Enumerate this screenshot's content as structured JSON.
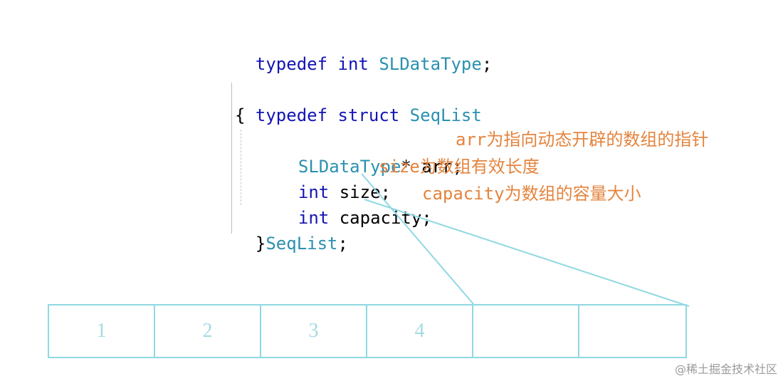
{
  "code": {
    "line1": {
      "kw1": "typedef",
      "kw2": "int",
      "type": "SLDataType",
      "end": ";"
    },
    "line2": {
      "kw1": "typedef",
      "kw2": "struct",
      "name": "SeqList"
    },
    "open_brace": "{",
    "field_arr": {
      "type": "SLDataType",
      "rest": "* arr;"
    },
    "field_size": {
      "kw": "int",
      "rest": " size;"
    },
    "field_capacity": {
      "kw": "int",
      "rest": " capacity;"
    },
    "close": {
      "brace": "}",
      "name": "SeqList",
      "end": ";"
    }
  },
  "annotations": {
    "arr": "arr为指向动态开辟的数组的指针",
    "size": "size为数组有效长度",
    "capacity": "capacity为数组的容量大小"
  },
  "array_cells": [
    "1",
    "2",
    "3",
    "4",
    "",
    ""
  ],
  "watermark": "@稀土掘金技术社区",
  "colors": {
    "keyword": "#1414b4",
    "type": "#2b91af",
    "annotation": "#e4843e",
    "cell_border": "#90d8e2",
    "cell_text": "#a3dbe3"
  }
}
